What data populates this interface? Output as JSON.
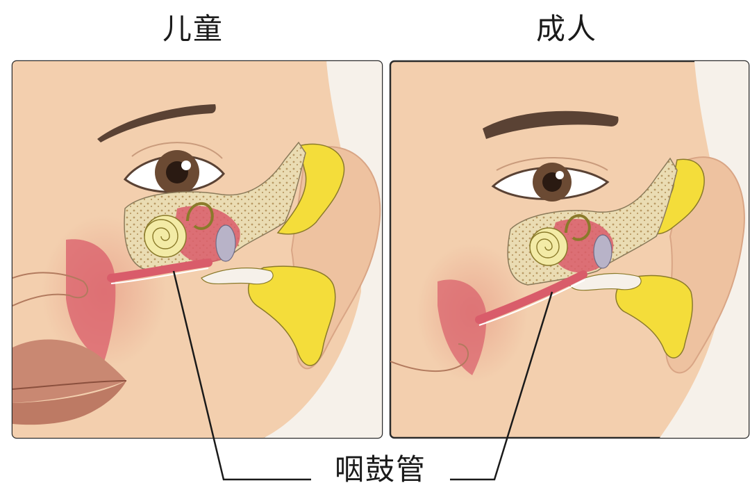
{
  "panels": {
    "child_title": "儿童",
    "adult_title": "成人"
  },
  "callout": {
    "label": "咽鼓管"
  },
  "colors": {
    "skin": "#f3cfae",
    "skin_shadow": "#e5b48f",
    "cartilage_yellow": "#f4dd3a",
    "bone": "#eadcb3",
    "mucosa_red": "#d95c6a",
    "cochlea": "#f3eba6",
    "brow": "#5a4234",
    "iris": "#6b4a33",
    "lips": "#c98872",
    "outline": "#2b2b2b"
  }
}
